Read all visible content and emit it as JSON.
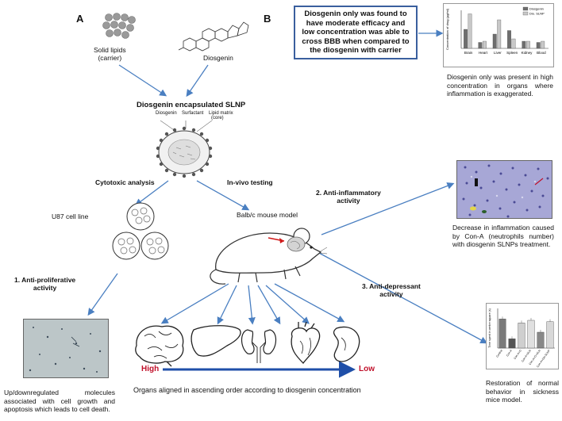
{
  "panel_a": "A",
  "panel_b": "B",
  "solid_lipids": "Solid lipids\n(carrier)",
  "diosgenin": "Diosgenin",
  "slnp_title": "Diosgenin encapsulated SLNP",
  "slnp_labels": {
    "diosgenin": "Diosgenin",
    "surfactant": "Surfactant",
    "lipid": "Lipid matrix",
    "core": "(core)"
  },
  "bbb_box": "Diosgenin only was found to have moderate efficacy and low concentration was able to cross BBB when compared to the diosgenin with carrier",
  "cytotoxic": "Cytotoxic analysis",
  "invivo": "In-vivo testing",
  "u87": "U87 cell line",
  "balb": "Balb/c mouse model",
  "anti_prolif": "1. Anti-proliferative\nactivity",
  "anti_inflam": "2. Anti-inflammatory\nactivity",
  "anti_dep": "3. Anti-depressant\nactivity",
  "desc_conc": "Diosgenin only was present in high concentration in organs where inflammation is exaggerated.",
  "desc_inflam": "Decrease in inflammation caused by Con-A (neutrophils number) with diosgenin SLNPs treatment.",
  "desc_behav": "Restoration of normal behavior in sickness mice model.",
  "desc_cells": "Up/downregulated molecules associated with cell growth and apoptosis which leads to cell death.",
  "high": "High",
  "low": "Low",
  "organs_caption": "Organs aligned in ascending order according to diosgenin concentration",
  "colors": {
    "arrow": "#4a7fc1",
    "box_border": "#3a5f9e",
    "high": "#c0102a",
    "low": "#c0102a",
    "bar_dark": "#6e6e6e",
    "bar_light": "#c8c8c8"
  },
  "chart_data": [
    {
      "type": "bar",
      "ylabel": "Concentration of drug (µg/ml)",
      "categories": [
        "Brain",
        "Heart",
        "Liver",
        "Spleen",
        "Kidney",
        "Blood"
      ],
      "series": [
        {
          "name": "Diosgenin",
          "values": [
            8,
            2.5,
            6,
            7.5,
            3,
            2.5
          ]
        },
        {
          "name": "Dio. SLNP",
          "values": [
            14.5,
            3,
            12,
            4,
            3,
            3
          ]
        }
      ],
      "ylim": [
        0,
        16
      ]
    },
    {
      "type": "bar",
      "ylabel": "Time spent in centre square (s)",
      "categories": [
        "Control",
        "Con-A",
        "Con-A+D",
        "Con-A+SLN",
        "Con-A+D+SLN",
        "Con-A+Dio.SLNP"
      ],
      "values": [
        22,
        7,
        19,
        21,
        12,
        20
      ],
      "ylim": [
        0,
        30
      ]
    }
  ]
}
